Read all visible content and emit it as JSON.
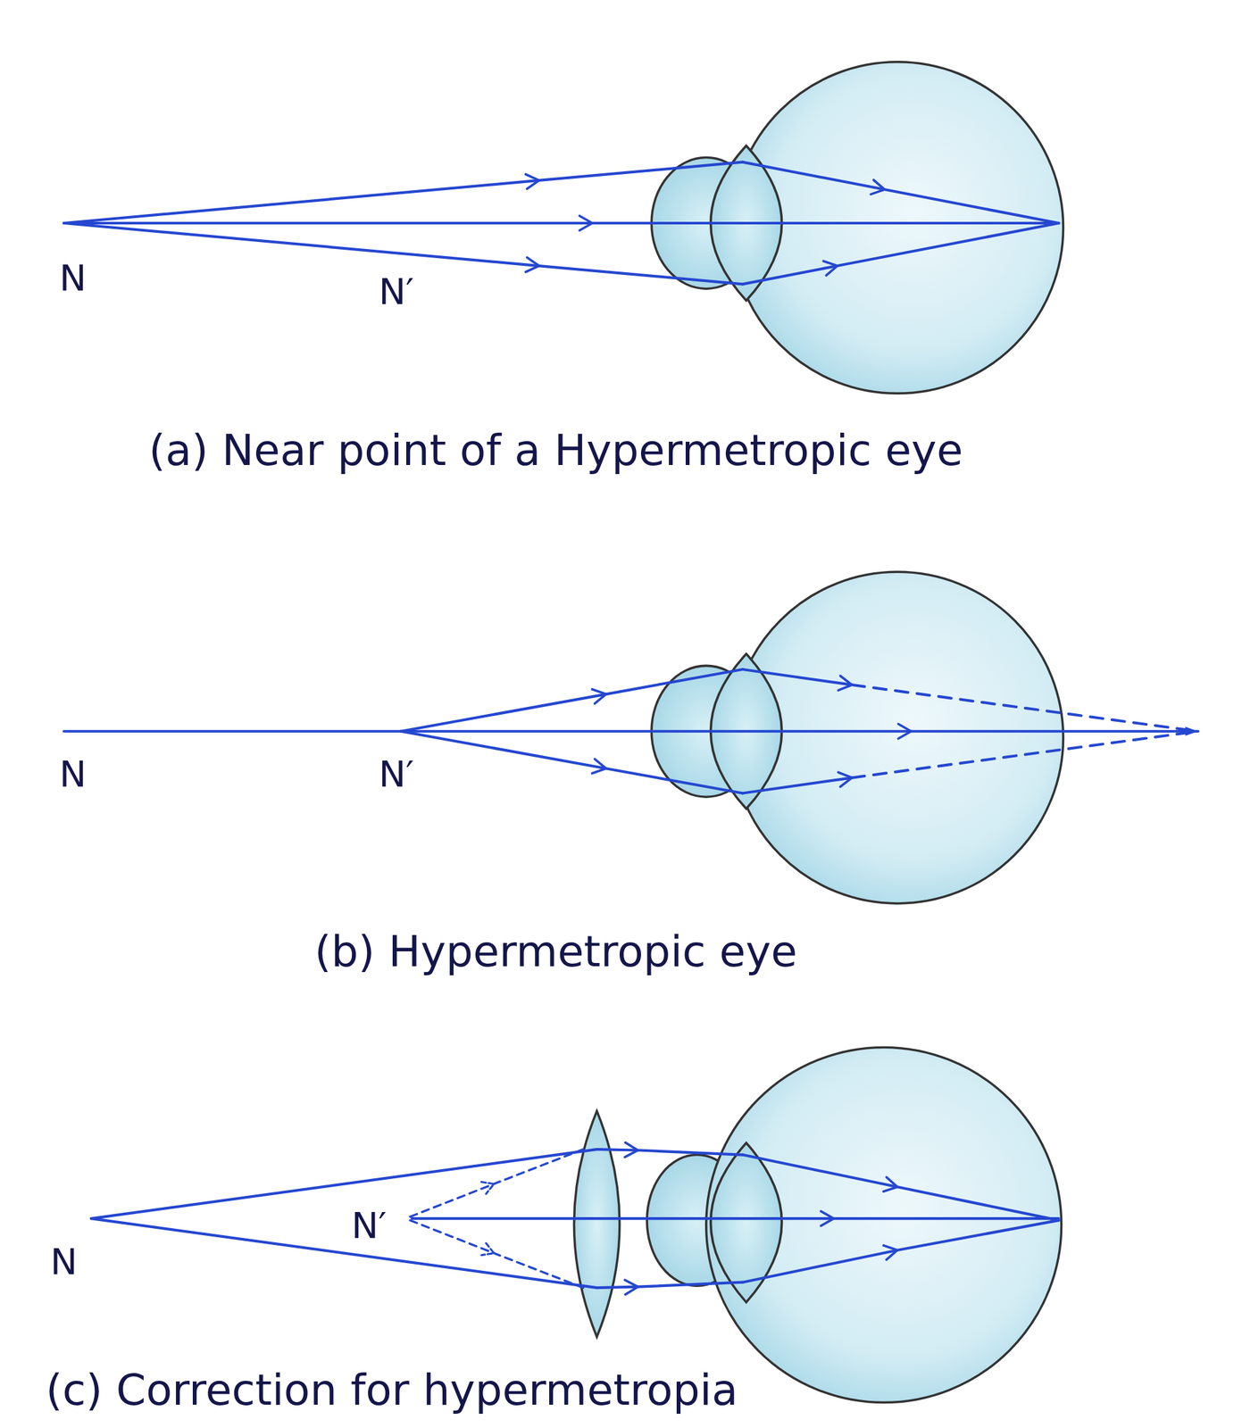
{
  "diagram": {
    "labels": [
      "N",
      "N′",
      "(a) Near point of a Hypermetropic eye",
      "N",
      "N′",
      "(b) Hypermetropic eye",
      "N",
      "N′",
      "(c) Correction for hypermetropia"
    ]
  }
}
